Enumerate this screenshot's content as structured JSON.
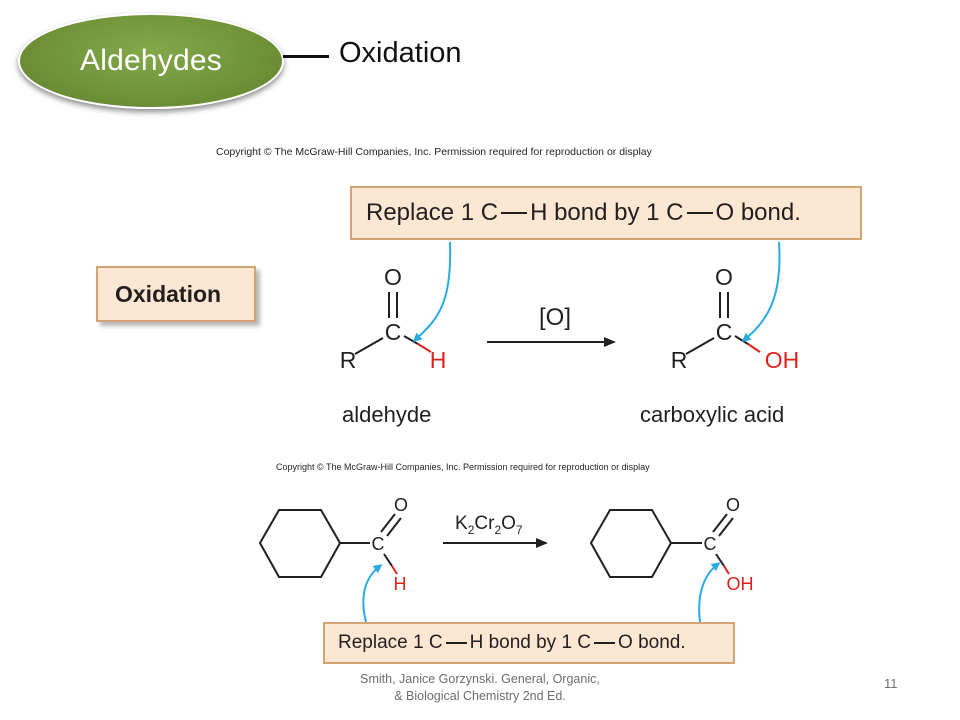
{
  "header": {
    "topic": "Aldehydes",
    "heading": "Oxidation"
  },
  "copyright": {
    "top": "Copyright © The McGraw-Hill Companies, Inc. Permission required for reproduction or display",
    "bottom": "Copyright © The McGraw-Hill Companies, Inc. Permission required for reproduction or display"
  },
  "figure_top": {
    "rule": {
      "part1": "Replace 1 C",
      "part2": "H bond by 1 C",
      "part3": "O bond."
    },
    "box_label": "Oxidation",
    "reagent": "[O]",
    "reactant": {
      "name": "aldehyde",
      "atoms": {
        "o": "O",
        "c": "C",
        "r": "R",
        "h": "H"
      }
    },
    "product": {
      "name": "carboxylic acid",
      "atoms": {
        "o": "O",
        "c": "C",
        "r": "R",
        "oh": "OH"
      }
    }
  },
  "figure_bottom": {
    "reagent": {
      "k": "K",
      "k_sub": "2",
      "cr": "Cr",
      "cr_sub": "2",
      "o": "O",
      "o_sub": "7"
    },
    "reactant_atoms": {
      "o": "O",
      "c": "C",
      "h": "H"
    },
    "product_atoms": {
      "o": "O",
      "c": "C",
      "oh": "OH"
    },
    "rule": {
      "part1": "Replace 1 C",
      "part2": "H bond by 1 C",
      "part3": "O bond."
    }
  },
  "footer": {
    "citation_line1": "Smith, Janice Gorzynski. General, Organic,",
    "citation_line2": "& Biological Chemistry 2nd Ed.",
    "page_number": "11"
  },
  "colors": {
    "title_green": "#6f9238",
    "box_fill": "#fbe7d2",
    "box_border": "#d4a574",
    "arrow_blue": "#29abe2",
    "bond_red": "#e0201b"
  }
}
